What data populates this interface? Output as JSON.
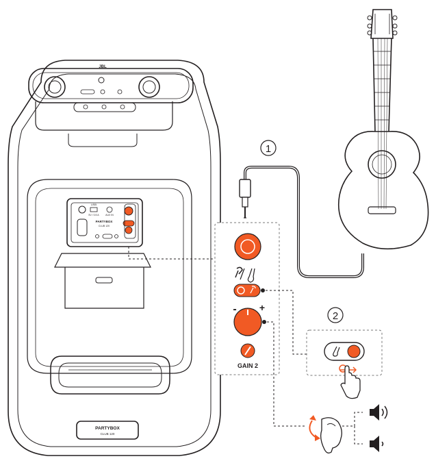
{
  "brand": {
    "logo_text": "JBL"
  },
  "speaker": {
    "usb_label": "USB",
    "usb_spec": "5V / 0.5 A",
    "aux_label": "AUX IN",
    "product_name": "PARTYBOX",
    "product_sub": "CLUB 120",
    "badge_name": "PARTYBOX",
    "badge_sub": "CLUB 120"
  },
  "steps": {
    "step1": "1",
    "step2": "2"
  },
  "panel": {
    "gain_label": "GAIN 2",
    "minus": "-",
    "plus": "+",
    "input_symbol": "🎤/🎸"
  },
  "colors": {
    "accent": "#f15a24",
    "line": "#231f20",
    "panel_border": "#777777",
    "background": "#ffffff"
  },
  "icons": {
    "guitar": "guitar-icon",
    "cable": "jack-cable-icon",
    "hand_press": "hand-press-icon",
    "hand_turn": "hand-turn-icon",
    "speaker_loud": "volume-loud-icon",
    "speaker_quiet": "volume-quiet-icon"
  }
}
